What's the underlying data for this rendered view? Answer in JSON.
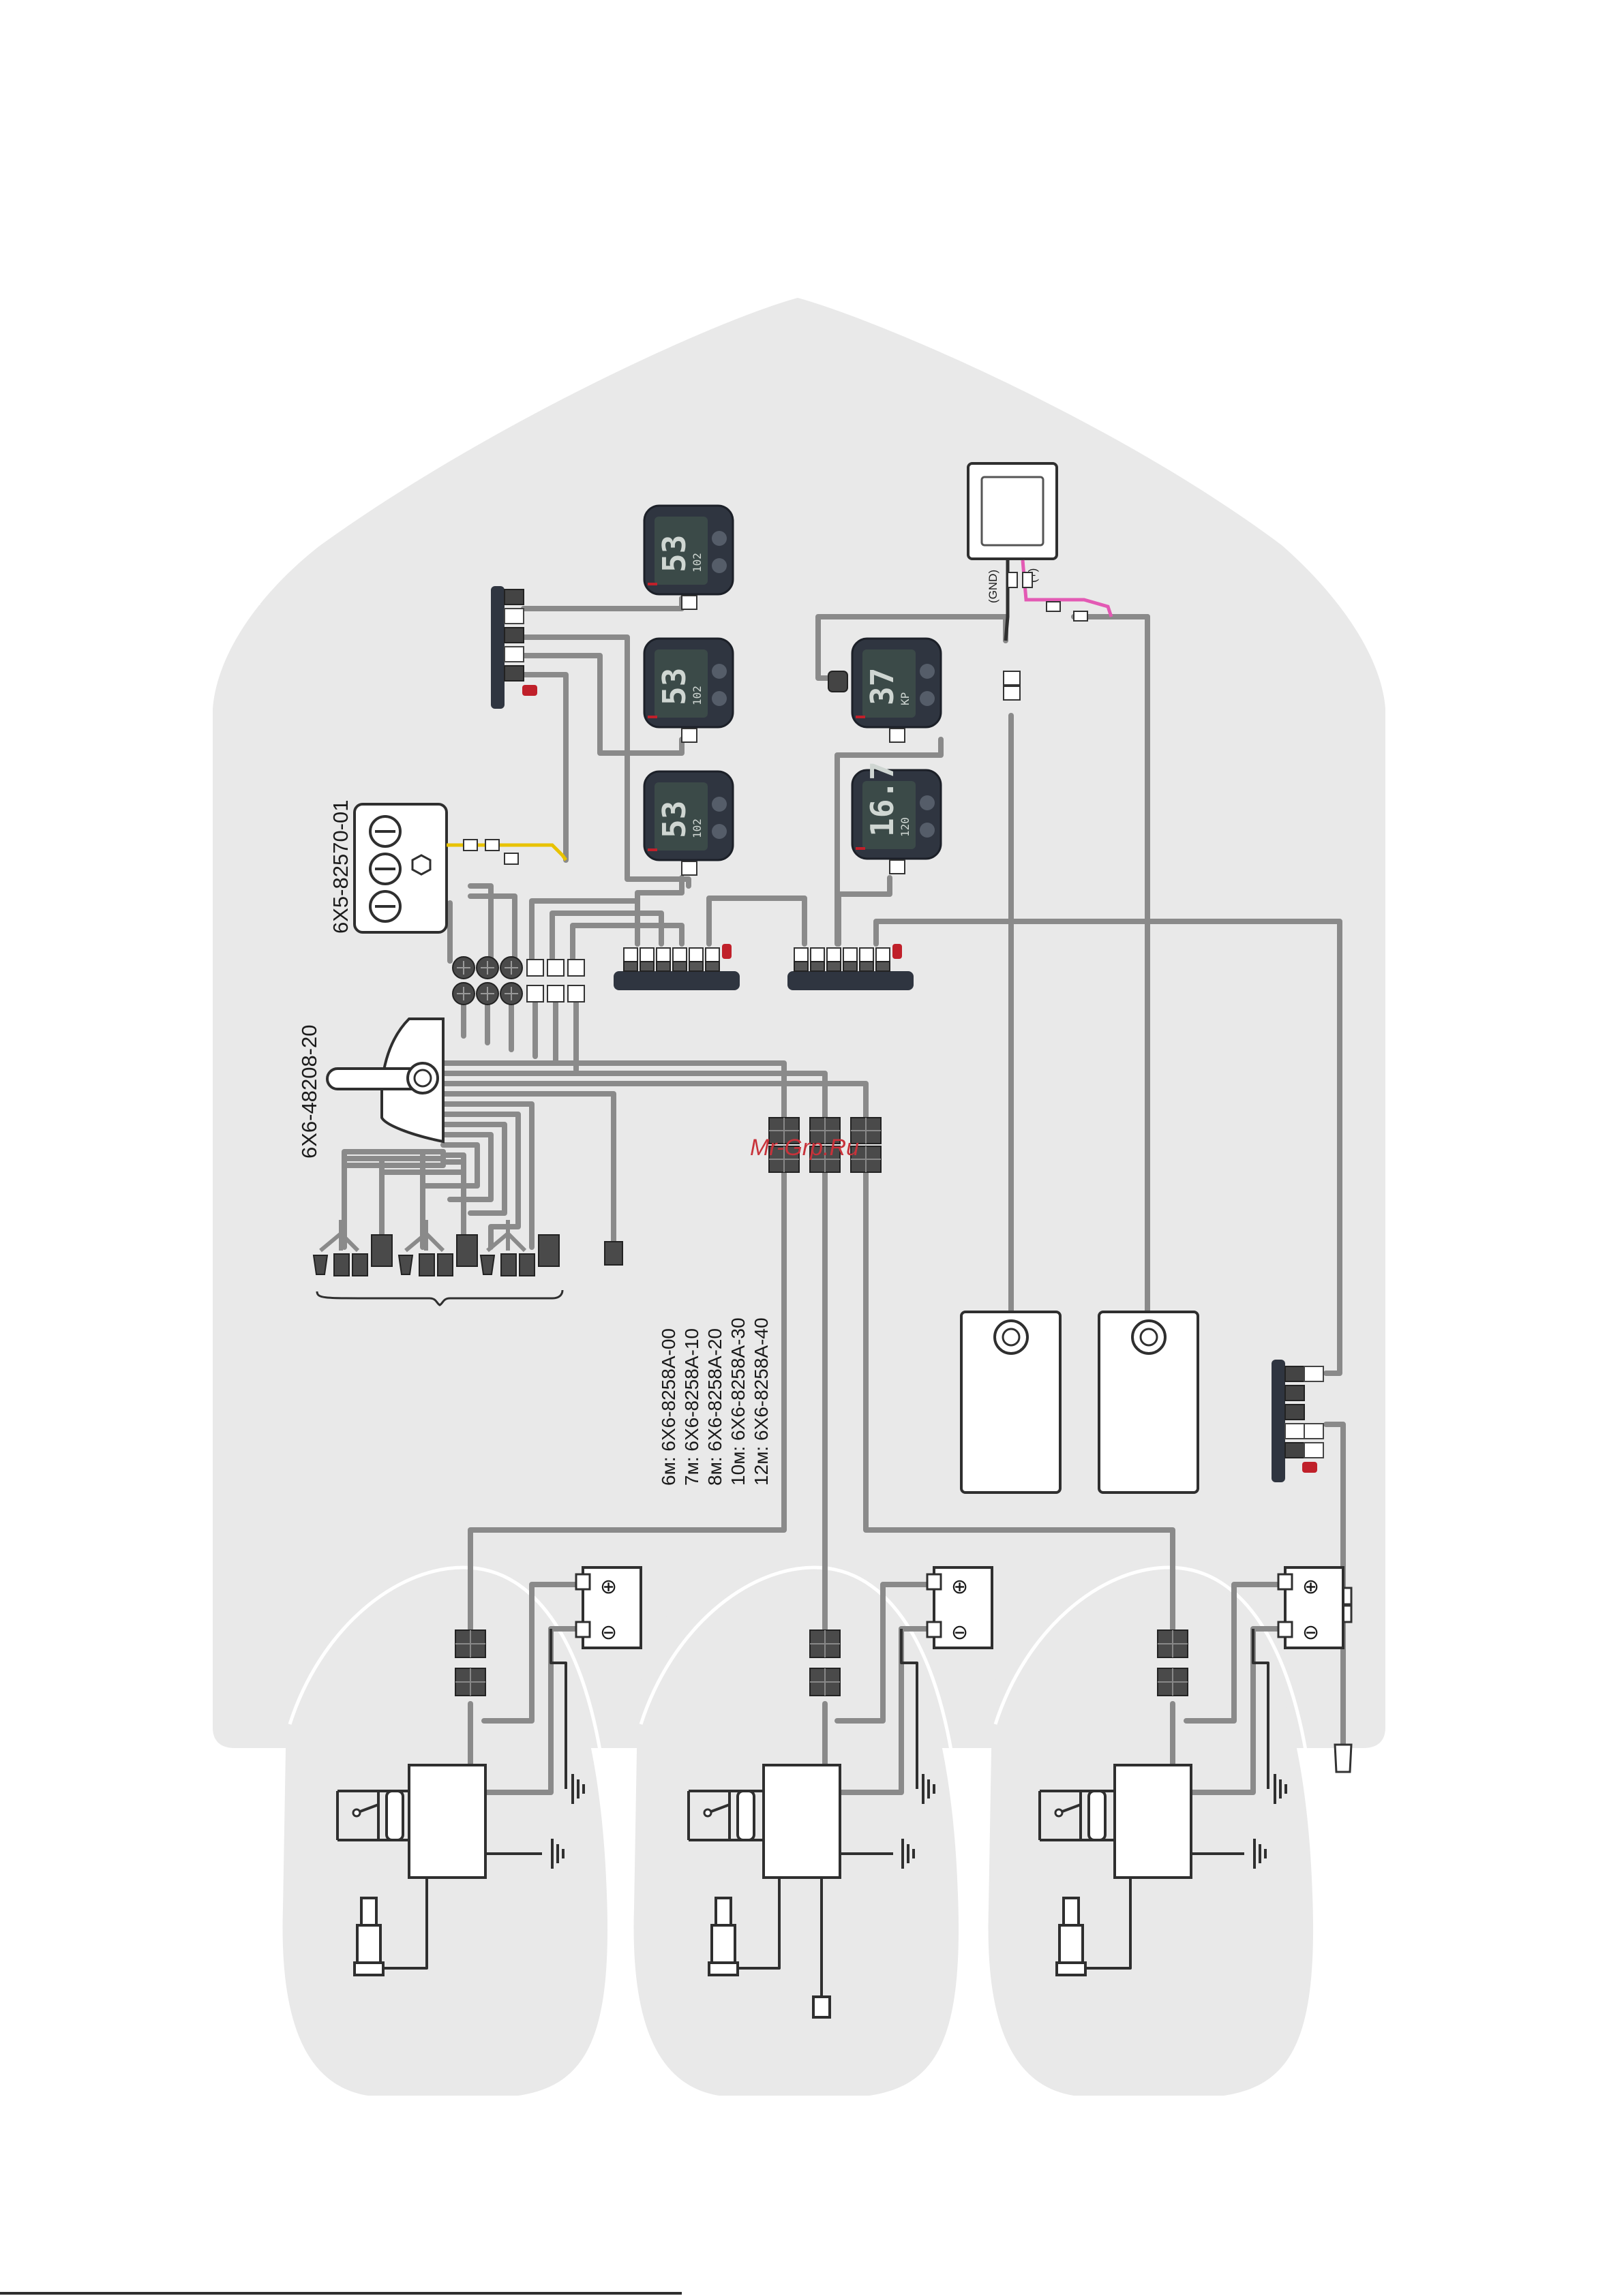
{
  "labels": {
    "switch_panel_part": "6X5-82570-01",
    "control_part": "6X6-48208-20",
    "watermark": "Mr-Grp.Ru",
    "gnd": "(GND)",
    "plus": "(+)",
    "battery_plus": "⊕",
    "battery_minus": "⊖"
  },
  "cable_lengths": [
    "6м: 6X6-8258A-00",
    "7м: 6X6-8258A-10",
    "8м: 6X6-8258A-20",
    "10м: 6X6-8258A-30",
    "12м: 6X6-8258A-40"
  ],
  "gauges": [
    {
      "main": "53",
      "sub": "102"
    },
    {
      "main": "53",
      "sub": "102"
    },
    {
      "main": "53",
      "sub": "102"
    },
    {
      "main": "37",
      "sub": "KP"
    },
    {
      "main": "16.7",
      "sub": "120"
    }
  ],
  "colors": {
    "hull": "#e9e9e9",
    "wire": "#8a8a8a",
    "wire_dark": "#2f2f2f",
    "connector_red": "#c0202a",
    "gauge_body": "#2f3540",
    "gauge_screen": "#3b4a48",
    "pink_wire": "#e35ab4",
    "yellow_wire": "#e8c200"
  }
}
